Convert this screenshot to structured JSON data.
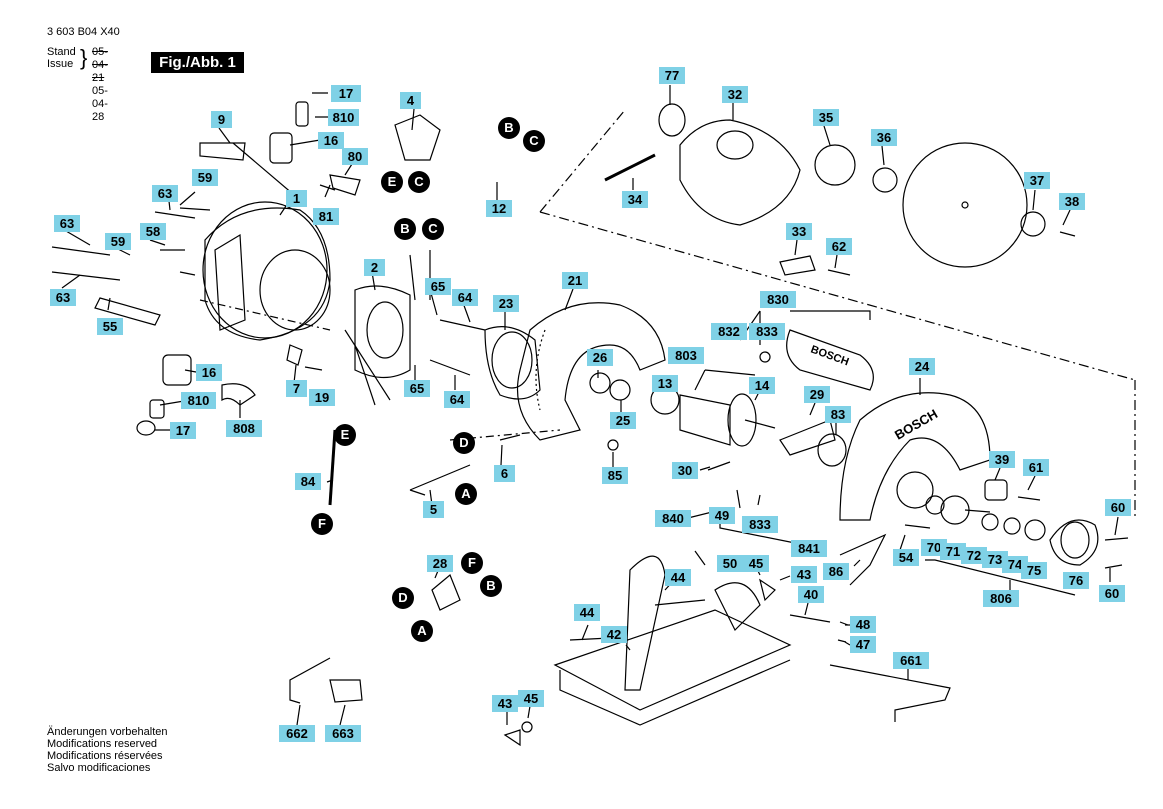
{
  "doc_number": "3 603 B04 X40",
  "revision": {
    "stand_label": "Stand",
    "issue_label": "Issue",
    "old_date": "05-04-21",
    "new_date": "05-04-28"
  },
  "figure_title": "Fig./Abb. 1",
  "footer_lines": [
    "Änderungen vorbehalten",
    "Modifications reserved",
    "Modifications réservées",
    "Salvo modificaciones"
  ],
  "brand_marks": [
    "BOSCH",
    "BOSCH"
  ],
  "part_labels": [
    "17",
    "810",
    "16",
    "9",
    "4",
    "80",
    "81",
    "1",
    "59",
    "63",
    "63",
    "59",
    "58",
    "63",
    "55",
    "2",
    "65",
    "64",
    "23",
    "7",
    "19",
    "65",
    "64",
    "16",
    "810",
    "17",
    "808",
    "84",
    "5",
    "6",
    "21",
    "26",
    "25",
    "85",
    "12",
    "34",
    "32",
    "77",
    "35",
    "36",
    "37",
    "38",
    "33",
    "62",
    "830",
    "832",
    "833",
    "803",
    "13",
    "14",
    "29",
    "83",
    "24",
    "30",
    "49",
    "833",
    "840",
    "841",
    "39",
    "61",
    "60",
    "54",
    "70",
    "71",
    "72",
    "73",
    "74",
    "75",
    "76",
    "806",
    "60",
    "86",
    "28",
    "50",
    "45",
    "43",
    "44",
    "40",
    "48",
    "47",
    "44",
    "42",
    "661",
    "43",
    "45",
    "662",
    "663"
  ],
  "connector_letters": [
    "B",
    "C",
    "E",
    "C",
    "B",
    "C",
    "E",
    "F",
    "D",
    "A",
    "D",
    "A",
    "B",
    "F",
    "D",
    "A"
  ],
  "label_colors": {
    "label_fill": "#7fd1e6",
    "circle_fill": "#000000",
    "line": "#000000"
  }
}
